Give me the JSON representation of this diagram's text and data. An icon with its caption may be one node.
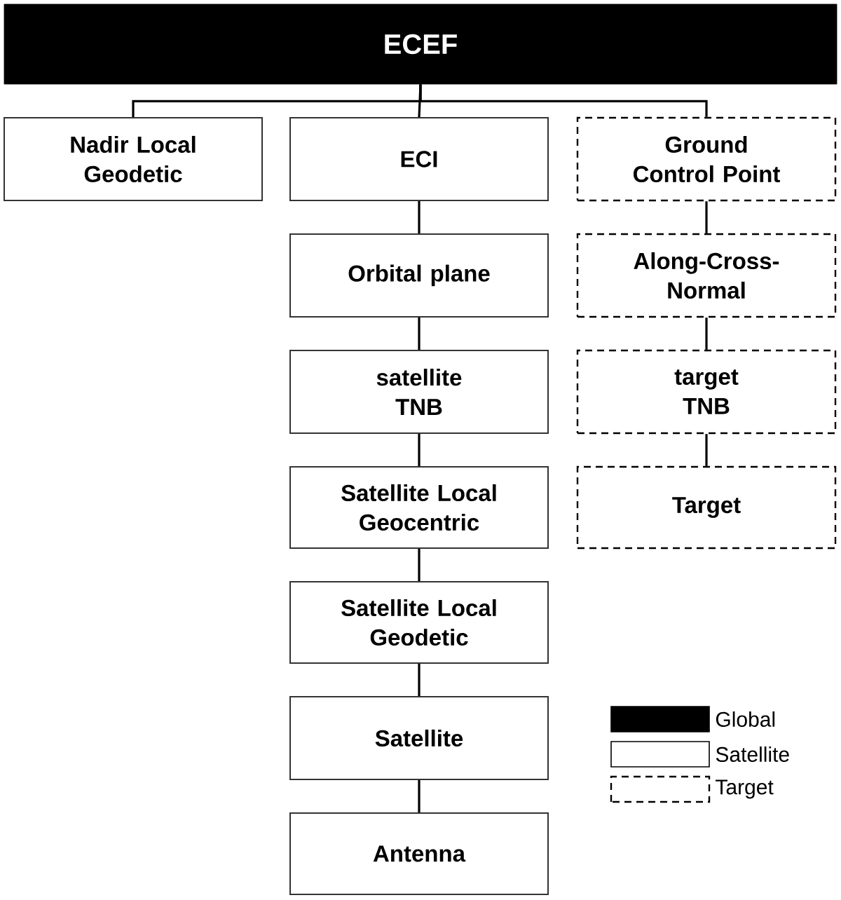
{
  "diagram": {
    "nodes": [
      {
        "text": [
          "ECEF"
        ]
      },
      {
        "text": [
          "Nadir Local Geodetic"
        ]
      },
      {
        "text": [
          "ECI"
        ]
      },
      {
        "text": [
          "Ground Control Point"
        ]
      },
      {
        "text": [
          "Orbital plane"
        ]
      },
      {
        "text": [
          "satellite TNB"
        ]
      },
      {
        "text": [
          "Satellite Local Geocentric"
        ]
      },
      {
        "text": [
          "Satellite Local Geodetic"
        ]
      },
      {
        "text": [
          "Satellite"
        ]
      },
      {
        "text": [
          "Antenna"
        ]
      },
      {
        "text": [
          "Along-Cross-Normal"
        ]
      },
      {
        "text": [
          "target TNB"
        ]
      },
      {
        "text": [
          "Target"
        ]
      }
    ],
    "edges": [
      {
        "from": 0,
        "to": 1,
        "arrow": "none"
      },
      {
        "from": 0,
        "to": 2,
        "arrow": "none"
      },
      {
        "from": 0,
        "to": 3,
        "arrow": "none"
      },
      {
        "from": 2,
        "to": 4,
        "arrow": "none"
      },
      {
        "from": 4,
        "to": 5,
        "arrow": "none"
      },
      {
        "from": 5,
        "to": 6,
        "arrow": "none"
      },
      {
        "from": 6,
        "to": 7,
        "arrow": "none"
      },
      {
        "from": 7,
        "to": 8,
        "arrow": "none"
      },
      {
        "from": 8,
        "to": 9,
        "arrow": "none"
      },
      {
        "from": 3,
        "to": 10,
        "arrow": "none"
      },
      {
        "from": 10,
        "to": 11,
        "arrow": "none"
      },
      {
        "from": 11,
        "to": 12,
        "arrow": "none"
      }
    ],
    "legend": [
      {
        "text": "Global",
        "color": "#000000"
      },
      {
        "text": "Satellite"
      },
      {
        "text": "Target"
      }
    ]
  }
}
